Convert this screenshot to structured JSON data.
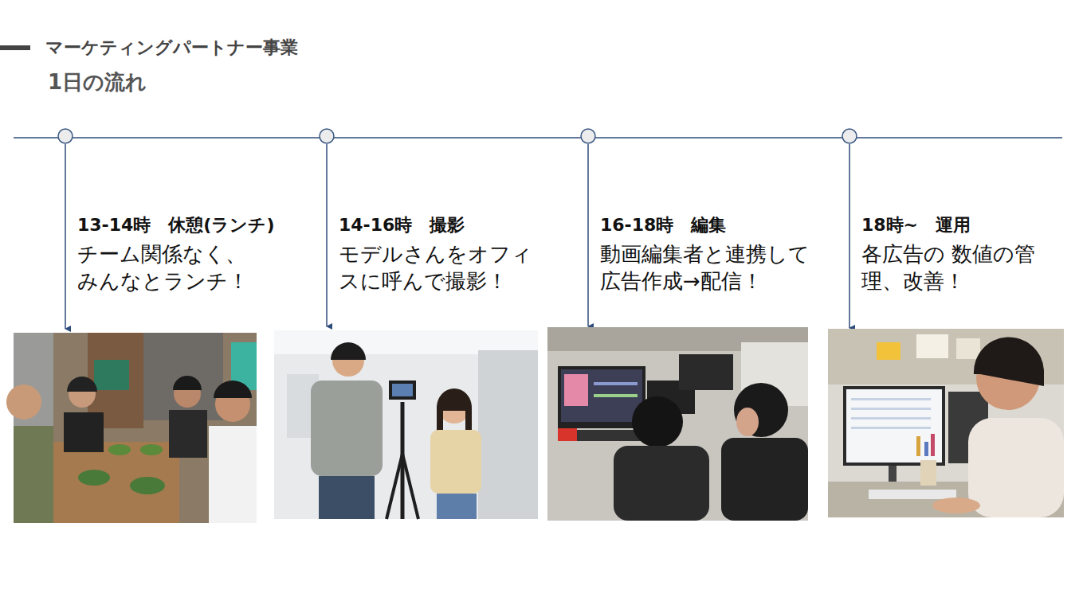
{
  "diagram": {
    "title": "マーケティングパートナー事業",
    "nodes": [
      {
        "text": [
          "13-14時　休憩(ランチ)",
          "チーム関係なく、 みんなとランチ！"
        ]
      },
      {
        "text": [
          "14-16時　撮影",
          "モデルさんをオフィ スに呼んで撮影！"
        ]
      },
      {
        "text": [
          "16-18時　編集",
          "動画編集者と連携して 広告作成→配信！"
        ]
      },
      {
        "text": [
          "18時~　運用",
          "各広告の 数値の管理、改善！"
        ]
      }
    ],
    "labels": [
      "1日の流れ"
    ]
  }
}
